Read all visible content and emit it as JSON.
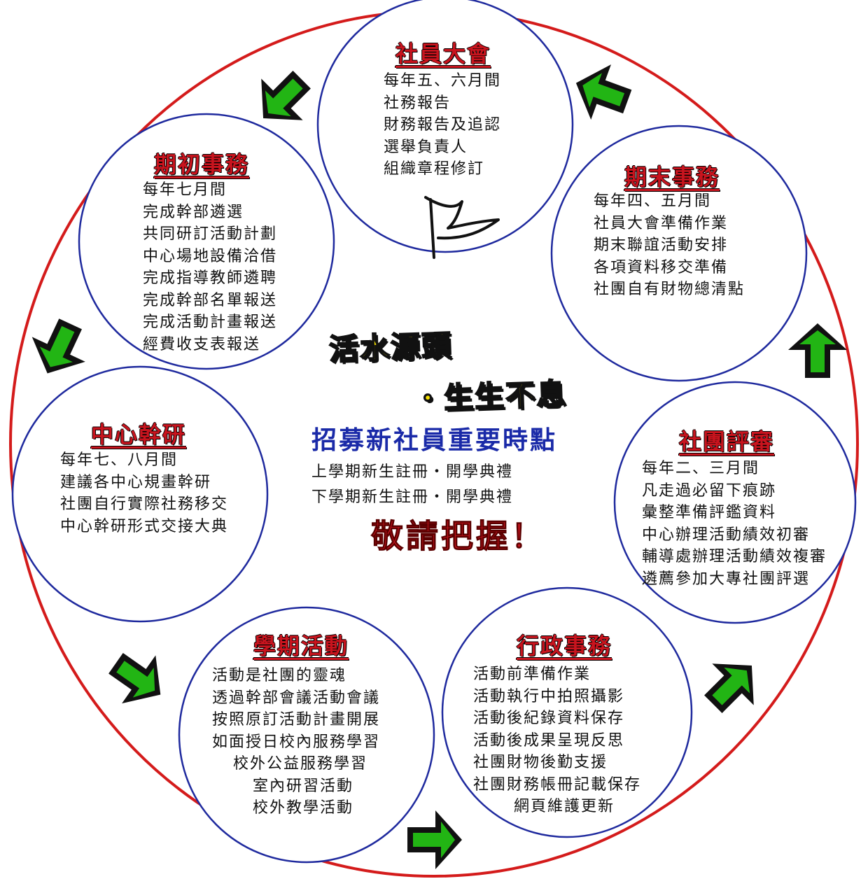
{
  "colors": {
    "outer_ring": "#d41b1b",
    "circle_border": "#1f2a9e",
    "title_red": "#c8141e",
    "recruit_blue": "#1a2aa8",
    "arrow_green": "#22b514",
    "slogan_yellow": "#f8e100"
  },
  "nodes": {
    "assembly": {
      "title": "社員大會",
      "items": [
        "每年五、六月間",
        "社務報告",
        "財務報告及追認",
        "選舉負責人",
        "組織章程修訂"
      ]
    },
    "term_end": {
      "title": "期末事務",
      "items": [
        "每年四、五月間",
        "社員大會準備作業",
        "期末聯誼活動安排",
        "各項資料移交準備",
        "社團自有財物總清點"
      ]
    },
    "club_review": {
      "title": "社團評審",
      "items": [
        "每年二、三月間",
        "凡走過必留下痕跡",
        "彙整準備評鑑資料",
        "中心辦理活動績效初審",
        "輔導處辦理活動績效複審",
        "遴薦參加大專社團評選"
      ]
    },
    "admin": {
      "title": "行政事務",
      "items": [
        "活動前準備作業",
        "活動執行中拍照攝影",
        "活動後紀錄資料保存",
        "活動後成果呈現反思",
        "社團財物後勤支援",
        "社團財務帳冊記載保存",
        "網頁維護更新"
      ]
    },
    "semester_activities": {
      "title": "學期活動",
      "items": [
        "活動是社團的靈魂",
        "透過幹部會議活動會議",
        "按照原訂活動計畫開展",
        "如面授日校內服務學習",
        "校外公益服務學習",
        "室內研習活動",
        "校外教學活動"
      ]
    },
    "center_training": {
      "title": "中心幹研",
      "items": [
        "每年七、八月間",
        "建議各中心規畫幹研",
        "社團自行實際社務移交",
        "中心幹研形式交接大典"
      ]
    },
    "term_start": {
      "title": "期初事務",
      "items": [
        "每年七月間",
        "完成幹部遴選",
        "共同研訂活動計劃",
        "中心場地設備洽借",
        "完成指導教師遴聘",
        "完成幹部名單報送",
        "完成活動計畫報送",
        "經費收支表報送"
      ]
    }
  },
  "center": {
    "slogan_line1": "活水源頭",
    "slogan_line2": "・生生不息",
    "recruit_title": "招募新社員重要時點",
    "recruit_lines": [
      "上學期新生註冊・開學典禮",
      "下學期新生註冊・開學典禮"
    ],
    "urge": "敬請把握！"
  },
  "icons": {
    "flag": "flag-icon",
    "arrow": "recycle-arrow-icon"
  }
}
